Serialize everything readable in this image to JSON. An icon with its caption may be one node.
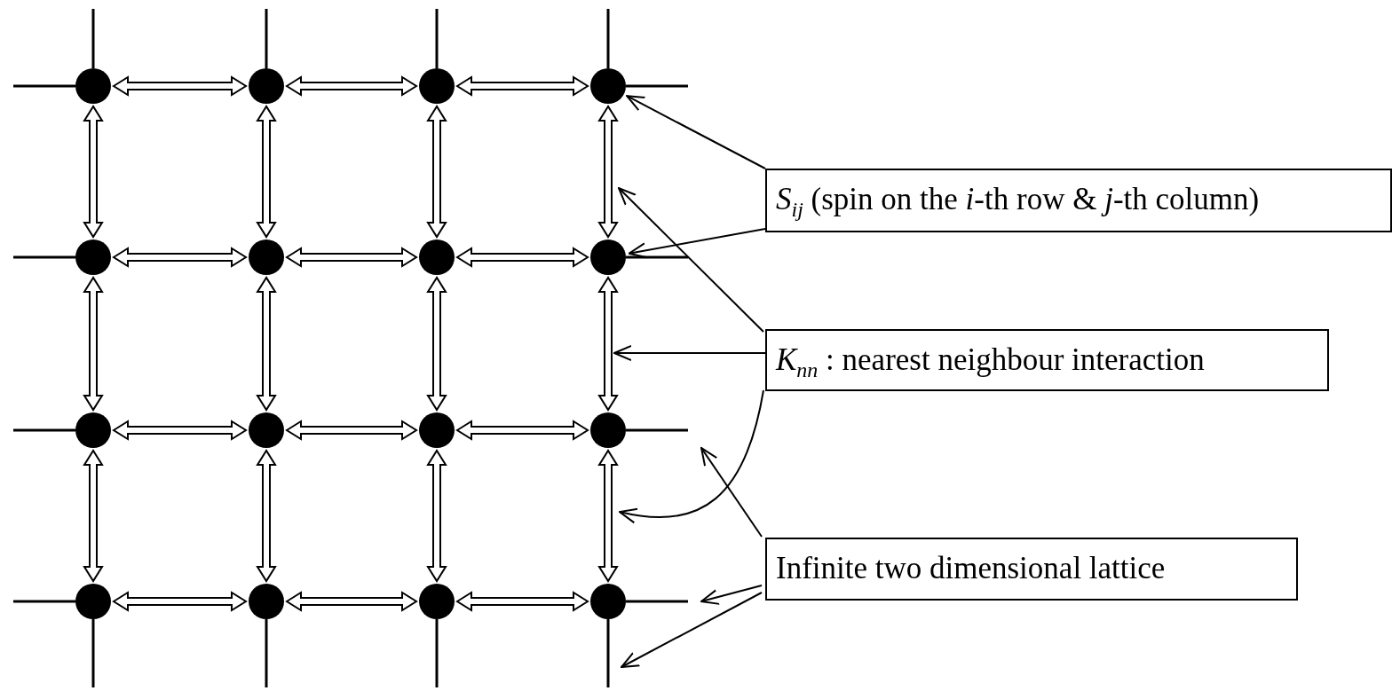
{
  "diagram": {
    "nodes": [
      {
        "text": [],
        "shape": "circle"
      },
      {
        "text": [],
        "shape": "circle"
      },
      {
        "text": [],
        "shape": "circle"
      },
      {
        "text": [],
        "shape": "circle"
      },
      {
        "text": [],
        "shape": "circle"
      },
      {
        "text": [],
        "shape": "circle"
      },
      {
        "text": [],
        "shape": "circle"
      },
      {
        "text": [],
        "shape": "circle"
      },
      {
        "text": [],
        "shape": "circle"
      },
      {
        "text": [],
        "shape": "circle"
      },
      {
        "text": [],
        "shape": "circle"
      },
      {
        "text": [],
        "shape": "circle"
      },
      {
        "text": [],
        "shape": "circle"
      },
      {
        "text": [],
        "shape": "circle"
      },
      {
        "text": [],
        "shape": "circle"
      },
      {
        "text": [],
        "shape": "circle"
      },
      {
        "text": [
          "*S*$_{ij}$ (spin on the *i*-th row & *j*-th column)"
        ]
      },
      {
        "text": [
          "*K*$_{nn}$ : nearest neighbour interaction"
        ]
      },
      {
        "text": [
          "Infinite two dimensional lattice"
        ]
      }
    ],
    "edges": [
      {
        "from": 0,
        "to": 1,
        "arrow": "both"
      },
      {
        "from": 1,
        "to": 2,
        "arrow": "both"
      },
      {
        "from": 2,
        "to": 3,
        "arrow": "both"
      },
      {
        "from": 0,
        "to": 4,
        "arrow": "both"
      },
      {
        "from": 1,
        "to": 5,
        "arrow": "both"
      },
      {
        "from": 2,
        "to": 6,
        "arrow": "both"
      },
      {
        "from": 3,
        "to": 7,
        "arrow": "both"
      },
      {
        "from": 4,
        "to": 5,
        "arrow": "both"
      },
      {
        "from": 5,
        "to": 6,
        "arrow": "both"
      },
      {
        "from": 6,
        "to": 7,
        "arrow": "both"
      },
      {
        "from": 4,
        "to": 8,
        "arrow": "both"
      },
      {
        "from": 5,
        "to": 9,
        "arrow": "both"
      },
      {
        "from": 6,
        "to": 10,
        "arrow": "both"
      },
      {
        "from": 7,
        "to": 11,
        "arrow": "both"
      },
      {
        "from": 8,
        "to": 9,
        "arrow": "both"
      },
      {
        "from": 9,
        "to": 10,
        "arrow": "both"
      },
      {
        "from": 10,
        "to": 11,
        "arrow": "both"
      },
      {
        "from": 8,
        "to": 12,
        "arrow": "both"
      },
      {
        "from": 9,
        "to": 13,
        "arrow": "both"
      },
      {
        "from": 10,
        "to": 14,
        "arrow": "both"
      },
      {
        "from": 11,
        "to": 15,
        "arrow": "both"
      },
      {
        "from": 12,
        "to": 13,
        "arrow": "both"
      },
      {
        "from": 13,
        "to": 14,
        "arrow": "both"
      },
      {
        "from": 14,
        "to": 15,
        "arrow": "both"
      },
      {
        "from": 0,
        "to": null,
        "arrow": "none"
      },
      {
        "from": 1,
        "to": null,
        "arrow": "none"
      },
      {
        "from": 2,
        "to": null,
        "arrow": "none"
      },
      {
        "from": 3,
        "to": null,
        "arrow": "none"
      },
      {
        "from": 0,
        "to": null,
        "arrow": "none"
      },
      {
        "from": 3,
        "to": null,
        "arrow": "none"
      },
      {
        "from": 4,
        "to": null,
        "arrow": "none"
      },
      {
        "from": 7,
        "to": null,
        "arrow": "none"
      },
      {
        "from": 8,
        "to": null,
        "arrow": "none"
      },
      {
        "from": 11,
        "to": null,
        "arrow": "none"
      },
      {
        "from": 12,
        "to": null,
        "arrow": "none"
      },
      {
        "from": 15,
        "to": null,
        "arrow": "none"
      },
      {
        "from": 12,
        "to": null,
        "arrow": "none"
      },
      {
        "from": 13,
        "to": null,
        "arrow": "none"
      },
      {
        "from": 14,
        "to": null,
        "arrow": "none"
      },
      {
        "from": 15,
        "to": null,
        "arrow": "none"
      },
      {
        "from": 16,
        "to": 3,
        "arrow": "to"
      },
      {
        "from": 16,
        "to": 7,
        "arrow": "to"
      },
      {
        "from": 17,
        "to": null,
        "arrow": "to"
      },
      {
        "from": 17,
        "to": null,
        "arrow": "to"
      },
      {
        "from": 17,
        "to": null,
        "arrow": "to"
      },
      {
        "from": 18,
        "to": null,
        "arrow": "to"
      },
      {
        "from": 18,
        "to": null,
        "arrow": "to"
      },
      {
        "from": 18,
        "to": null,
        "arrow": "to"
      }
    ]
  }
}
